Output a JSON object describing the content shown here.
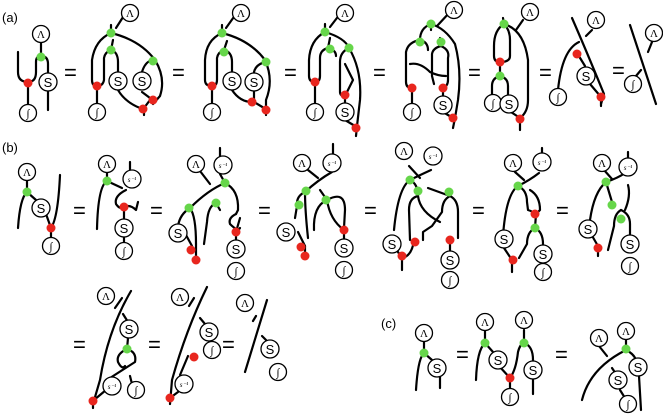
{
  "figure": {
    "panels": [
      {
        "label": "(a)",
        "equation_count": 7
      },
      {
        "label": "(b)",
        "equation_count": 9
      },
      {
        "label": "(c)",
        "equation_count": 2
      }
    ],
    "equals_sign": "=",
    "node_labels": {
      "lambda": "Λ",
      "integral": "∫",
      "antipode": "S",
      "antipode_inverse": "s⁻¹"
    },
    "colors": {
      "multiplication_node": "#e8261e",
      "comultiplication_node": "#66d64a",
      "wire": "#000000",
      "background": "#ffffff"
    }
  }
}
